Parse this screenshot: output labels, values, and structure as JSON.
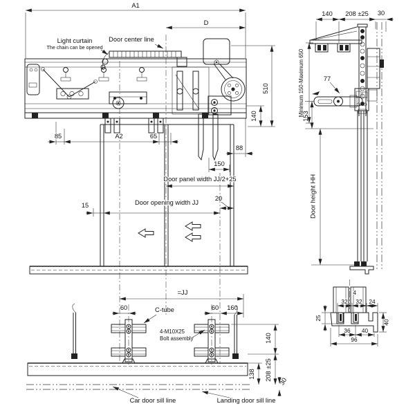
{
  "drawing": {
    "colors": {
      "line": "#222222",
      "background": "#ffffff"
    },
    "front_view": {
      "dim_a1": "A1",
      "dim_d": "D",
      "label_light_curtain": "Light curtain",
      "label_chain_note": "The chain can be opened",
      "label_door_center": "Door center line",
      "dim_510": "510",
      "dim_140": "140",
      "dim_85": "85",
      "dim_a2": "A2",
      "dim_65": "65",
      "dim_88": "88",
      "dim_150": "150",
      "label_panel_width": "Door panel width JJ/2+25",
      "dim_20": "20",
      "dim_15": "15",
      "label_opening_width": "Door opening width JJ"
    },
    "side_view": {
      "dim_140": "140",
      "dim_208": "208 ±25",
      "dim_30": "30",
      "label_min_max": "Minimum 150-Maximum 650",
      "dim_77": "77",
      "dim_153": "153",
      "label_door_height": "Door height HH"
    },
    "plan_view": {
      "dim_jj": "=JJ",
      "dim_60_left": "60",
      "label_c_tube": "C-tube",
      "dim_60_right": "60",
      "dim_160": "160",
      "label_bolt_1": "4-M10X25",
      "label_bolt_2": "Bolt assembly",
      "dim_140": "140",
      "dim_208": "208 ±25",
      "dim_138": "138",
      "dim_30": "30",
      "label_car_sill": "Car door sill line",
      "label_landing_sill": "Landing door sill line"
    },
    "sill_section": {
      "dim_4": "4",
      "dim_32_left": "32",
      "dim_32_right": "32",
      "dim_24": "24",
      "dim_25": "25",
      "dim_40_side": "40",
      "dim_36": "36",
      "dim_40_bottom": "40",
      "dim_96": "96"
    }
  }
}
